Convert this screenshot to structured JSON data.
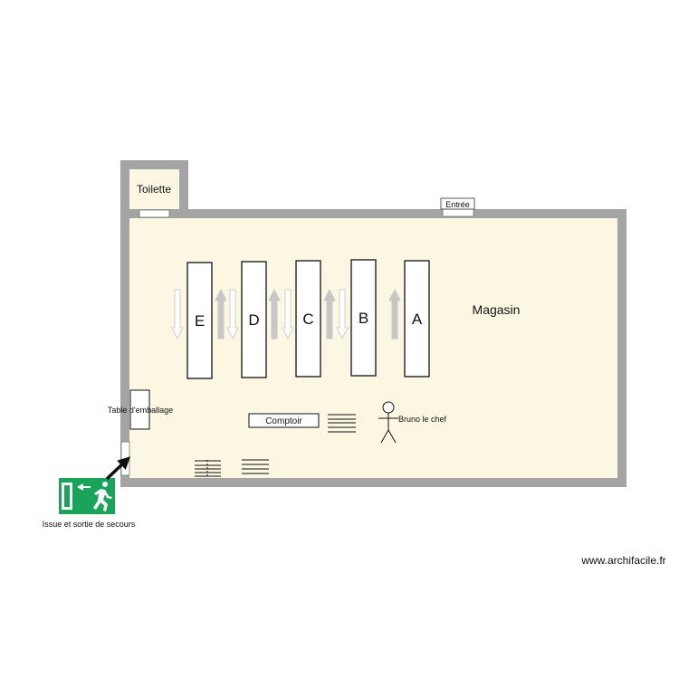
{
  "colors": {
    "wall": "#a4a4a4",
    "floor": "#fcf7e3",
    "rack_fill": "#ffffff",
    "rack_stroke": "#111111",
    "arrow_filled": "#c7c7c7",
    "arrow_outline": "#cfcfcf",
    "exit_sign_green": "#1aa35a"
  },
  "rooms": {
    "toilet": "Toilette",
    "store": "Magasin"
  },
  "entrance": "Entrée",
  "racks": [
    {
      "letter": "E"
    },
    {
      "letter": "D"
    },
    {
      "letter": "C"
    },
    {
      "letter": "B"
    },
    {
      "letter": "A"
    }
  ],
  "flow_arrows": [
    {
      "direction": "down"
    },
    {
      "direction": "up"
    },
    {
      "direction": "down"
    },
    {
      "direction": "up"
    },
    {
      "direction": "down"
    },
    {
      "direction": "up"
    },
    {
      "direction": "down"
    },
    {
      "direction": "up"
    }
  ],
  "furniture": {
    "packing_table": "Table d'emballage",
    "counter": "Comptoir"
  },
  "person": "Bruno le chef",
  "emergency_exit": "Issue et sortie de secours",
  "watermark": "www.archifacile.fr"
}
